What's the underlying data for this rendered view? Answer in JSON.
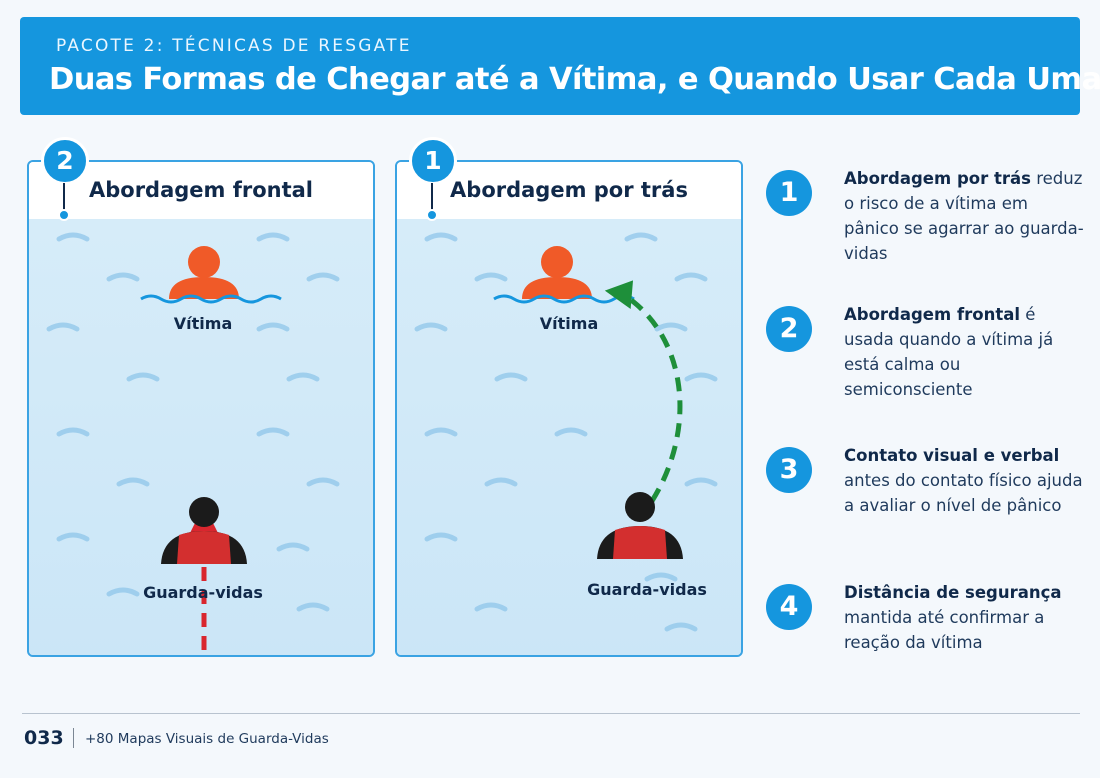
{
  "header": {
    "kicker": "PACOTE 2: TÉCNICAS DE RESGATE",
    "title": "Duas Formas de Chegar até a Vítima, e Quando Usar Cada Uma"
  },
  "panels": [
    {
      "badge": "2",
      "title": "Abordagem frontal",
      "victim_label": "Vítima",
      "rescuer_label": "Guarda-vidas"
    },
    {
      "badge": "1",
      "title": "Abordagem por trás",
      "victim_label": "Vítima",
      "rescuer_label": "Guarda-vidas"
    }
  ],
  "steps": [
    {
      "num": "1",
      "bold": "Abordagem por trás",
      "rest": " reduz o risco de a vítima em pânico se agarrar ao guarda-vidas"
    },
    {
      "num": "2",
      "bold": "Abordagem frontal",
      "rest": " é usada quando a vítima já está calma ou semiconsciente"
    },
    {
      "num": "3",
      "bold": "Contato visual e verbal",
      "rest": " antes do contato físico ajuda a avaliar o nível de pânico"
    },
    {
      "num": "4",
      "bold": "Distância de segurança",
      "rest": " mantida até confirmar a reação da vítima"
    }
  ],
  "footer": {
    "page_number": "033",
    "book_title": "+80 Mapas Visuais de Guarda-Vidas"
  },
  "colors": {
    "accent": "#1596de",
    "victim": "#f05a28",
    "rescuer_vest": "#d32f2f",
    "frontal_arrow": "#d9262e",
    "rear_arrow": "#1e8f3a"
  }
}
